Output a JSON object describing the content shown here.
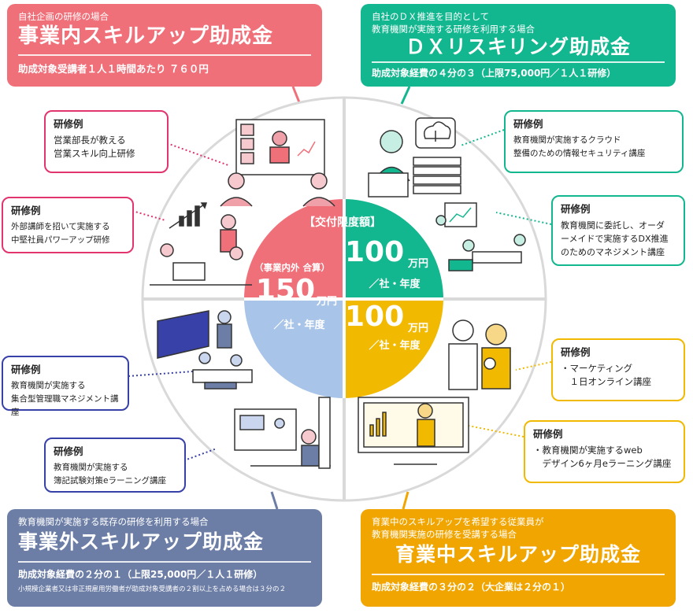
{
  "top_left": {
    "sub": "自社企画の研修の場合",
    "title": "事業内スキルアップ助成金",
    "rate": "助成対象受講者１人１時間あたり ７６０円"
  },
  "top_right": {
    "sub1": "自社のＤＸ推進を目的として",
    "sub2": "教育機関が実施する研修を利用する場合",
    "title": "ＤＸリスキリング助成金",
    "rate": "助成対象経費の４分の３（上限75,000円／１人１研修）"
  },
  "bottom_left": {
    "sub": "教育機関が実施する既存の研修を利用する場合",
    "title": "事業外スキルアップ助成金",
    "rate": "助成対象経費の２分の１（上限25,000円／１人１研修）",
    "note": "小規模企業者又は非正規雇用労働者が助成対象受講者の２割以上を占める場合は３分の２"
  },
  "bottom_right": {
    "sub1": "育業中のスキルアップを希望する従業員が",
    "sub2": "教育機関実施の研修を受講する場合",
    "title": "育業中スキルアップ助成金",
    "rate": "助成対象経費の３分の２（大企業は２分の１）"
  },
  "center": {
    "header": "【交付限度額】",
    "left_sub": "（事業内外 合算）",
    "left_amount": "150",
    "left_unit": "万円",
    "left_per": "／社・年度",
    "tr_amount": "100",
    "tr_unit": "万円",
    "tr_per": "／社・年度",
    "br_amount": "100",
    "br_unit": "万円",
    "br_per": "／社・年度"
  },
  "examples": {
    "pink1": {
      "head": "研修例",
      "body": "営業部長が教える\n営業スキル向上研修"
    },
    "pink2": {
      "head": "研修例",
      "body": "外部講師を招いて実施する\n中堅社員パワーアップ研修"
    },
    "green1": {
      "head": "研修例",
      "body": "教育機関が実施するクラウド\n整備のための情報セキュリティ講座"
    },
    "green2": {
      "head": "研修例",
      "body": "教育機関に委託し、オーダ\nーメイドで実施するDX推進\nのためのマネジメント講座"
    },
    "navy1": {
      "head": "研修例",
      "body": "教育機関が実施する\n集合型管理職マネジメント講座"
    },
    "navy2": {
      "head": "研修例",
      "body": "教育機関が実施する\n簿記試験対策eラーニング講座"
    },
    "yellow1": {
      "head": "研修例",
      "body": "・マーケティング\n　１日オンライン講座"
    },
    "yellow2": {
      "head": "研修例",
      "body": "・教育機関が実施するweb\n　デザイン6ヶ月eラーニング講座"
    }
  },
  "colors": {
    "pink": "#f0707a",
    "green": "#13b78f",
    "blue": "#a8c4e8",
    "yellow": "#f1b900"
  }
}
